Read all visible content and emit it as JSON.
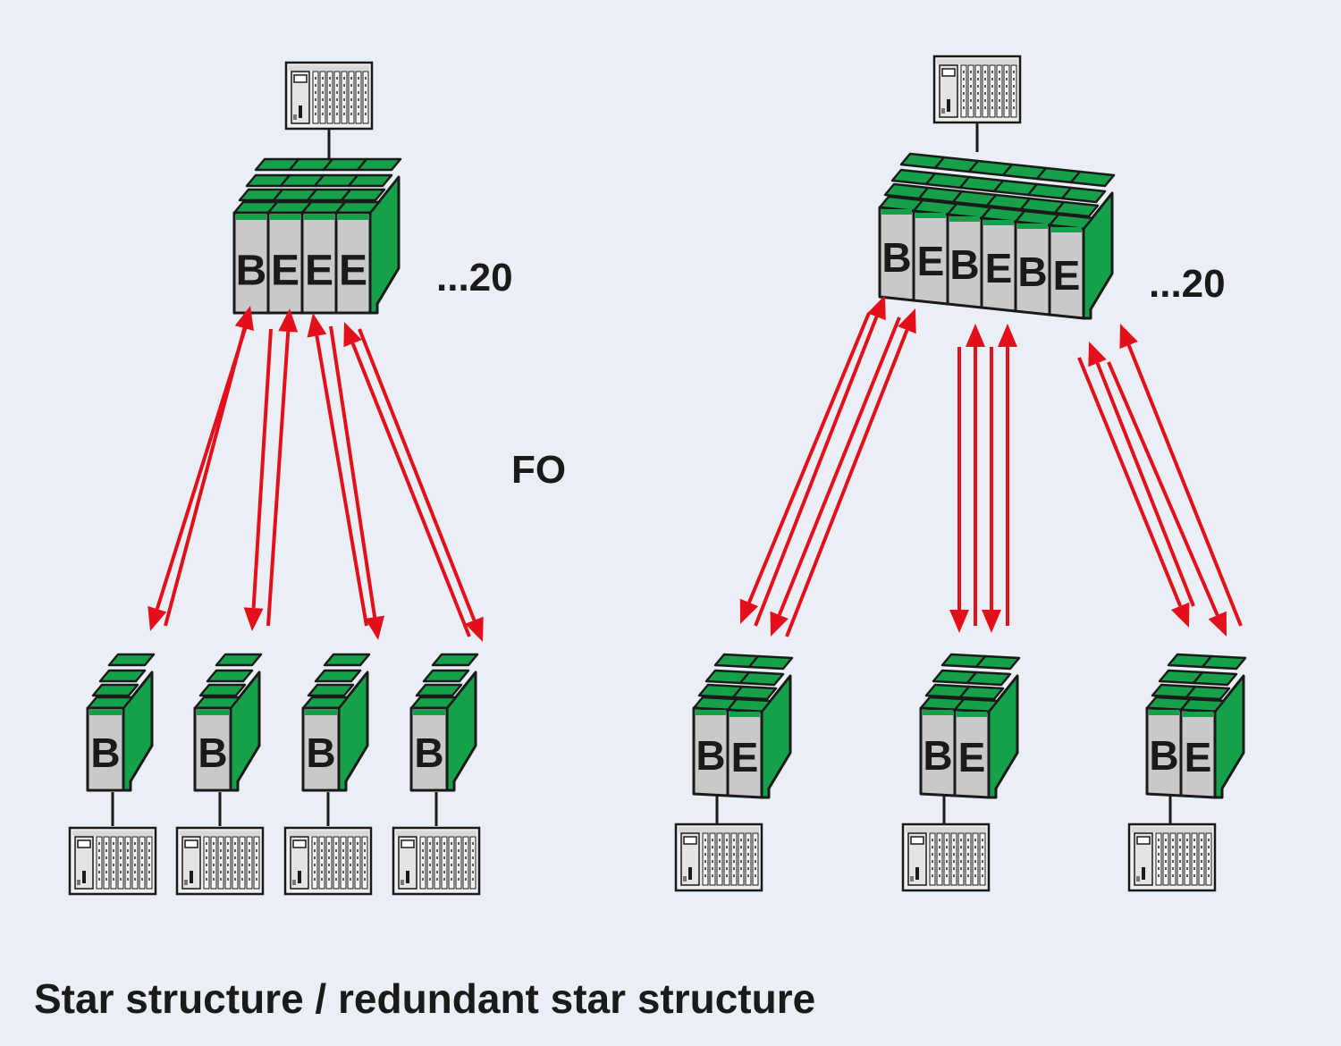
{
  "caption": "Star structure / redundant star structure",
  "medium_label": "FO",
  "colors": {
    "background": "#e9eff5",
    "module_green": "#17a04a",
    "module_face": "#c9c9c9",
    "fiber_red": "#e3101c",
    "outline": "#1a1a1a"
  },
  "diagrams": [
    {
      "name": "star-structure",
      "central_module": {
        "letters": [
          "B",
          "E",
          "E",
          "E"
        ],
        "count_label": "...20"
      },
      "remote_modules": [
        {
          "letters": [
            "B"
          ]
        },
        {
          "letters": [
            "B"
          ]
        },
        {
          "letters": [
            "B"
          ]
        },
        {
          "letters": [
            "B"
          ]
        }
      ]
    },
    {
      "name": "redundant-star-structure",
      "central_module": {
        "letters": [
          "B",
          "E",
          "B",
          "E",
          "B",
          "E"
        ],
        "count_label": "...20"
      },
      "remote_modules": [
        {
          "letters": [
            "B",
            "E"
          ]
        },
        {
          "letters": [
            "B",
            "E"
          ]
        },
        {
          "letters": [
            "B",
            "E"
          ]
        }
      ]
    }
  ],
  "icons": {
    "controller": "plc-controller-icon",
    "fiber": "fiber-optic-arrow-icon"
  }
}
